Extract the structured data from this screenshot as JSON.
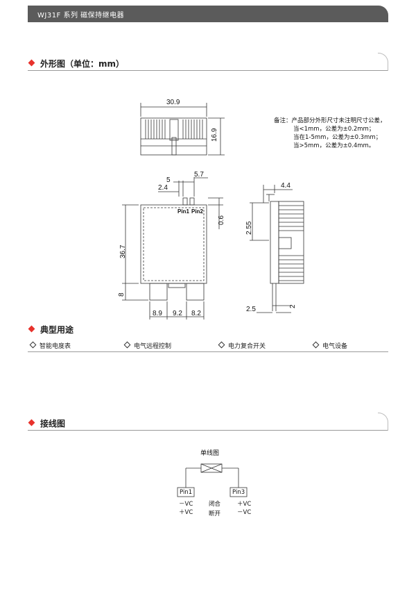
{
  "header": {
    "title": "WJ31F 系列   磁保持继电器"
  },
  "section_dimensions": {
    "title": "外形图（单位：mm）"
  },
  "dims": {
    "width": "30.9",
    "height_top": "16.9",
    "d5": "5",
    "d57": "5.7",
    "d24": "2.4",
    "pin1": "Pin1",
    "pin2": "Pin2",
    "d06": "0.6",
    "d367": "36.7",
    "d8": "8",
    "d89": "8.9",
    "d92": "9.2",
    "d82": "8.2",
    "d44": "4.4",
    "d255": "2.55",
    "d25": "2.5",
    "d2": "2"
  },
  "notes": {
    "line1": "备注：产品部分外形尺寸未注明尺寸公差，",
    "line2": "当<1mm，公差为±0.2mm；",
    "line3": "当在1-5mm，公差为±0.3mm；",
    "line4": "当>5mm，公差为±0.4mm。"
  },
  "section_applications": {
    "title": "典型用途"
  },
  "applications": [
    "智能电度表",
    "电气远程控制",
    "电力复合开关",
    "电气设备"
  ],
  "section_wiring": {
    "title": "接线图"
  },
  "wiring": {
    "title": "单线图",
    "left_pin": "Pin1",
    "right_pin": "Pin3",
    "left_v1": "－VC",
    "left_v2": "＋VC",
    "right_v1": "＋VC",
    "right_v2": "－VC",
    "state1": "闭合",
    "state2": "断开"
  }
}
